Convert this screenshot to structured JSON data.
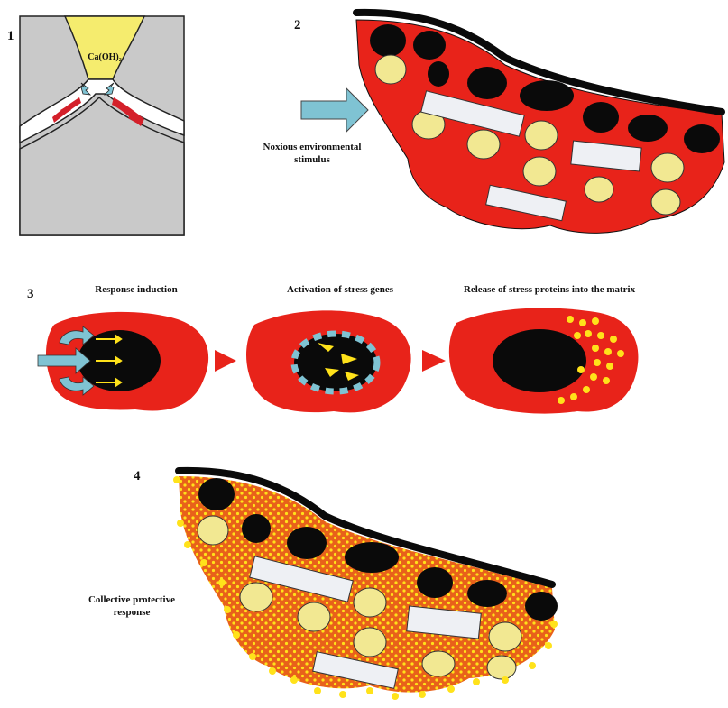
{
  "panel_numbers": {
    "p1": "1",
    "p2": "2",
    "p3": "3",
    "p4": "4"
  },
  "panel1": {
    "chemical_label": "Ca(OH)₂"
  },
  "panel2": {
    "stimulus_label": "Noxious environmental stimulus"
  },
  "panel3": {
    "step1": "Response induction",
    "step2": "Activation of stress genes",
    "step3": "Release of stress proteins into the matrix"
  },
  "panel4": {
    "response_label": "Collective protective response"
  },
  "colors": {
    "cell_red": "#e8231a",
    "nucleus": "#0a0a0a",
    "yellow_cell": "#f2e892",
    "rect_cell": "#eef0f4",
    "arrow_blue": "#7fc3d3",
    "protein_yellow": "#ffe21a",
    "orange_matrix": "#e8611a",
    "gray_bone": "#c9c9c9",
    "pulp_yellow": "#f5ec6e"
  },
  "icons": [
    "stimulus-arrow-icon",
    "blue-arrow-icon",
    "yellow-arrow-icon",
    "red-triangle-arrow-icon"
  ]
}
